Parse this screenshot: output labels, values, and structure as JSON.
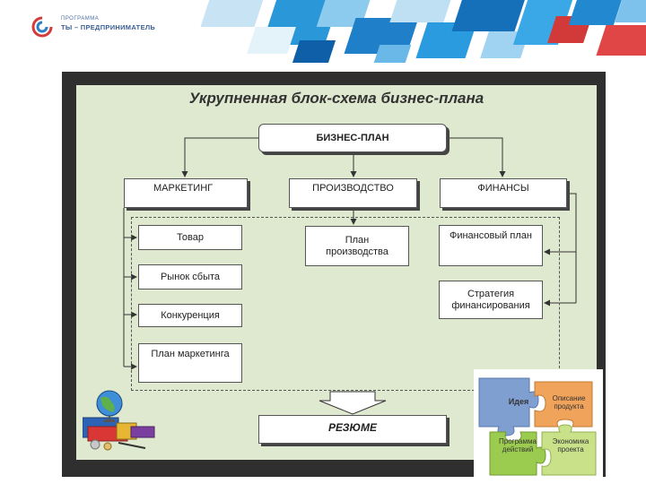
{
  "header": {
    "logo_small": "ПРОГРАММА",
    "logo_main": "ТЫ – ПРЕДПРИНИМАТЕЛЬ"
  },
  "diagram": {
    "title": "Укрупненная блок-схема бизнес-плана",
    "root": "БИЗНЕС-ПЛАН",
    "sections": [
      "МАРКЕТИНГ",
      "ПРОИЗВОДСТВО",
      "ФИНАНСЫ"
    ],
    "marketing_items": [
      "Товар",
      "Рынок сбыта",
      "Конкуренция",
      "План маркетинга"
    ],
    "production_items": [
      "План производства"
    ],
    "finance_items": [
      "Финансовый план",
      "Стратегия финансирования"
    ],
    "summary": "РЕЗЮМЕ"
  },
  "puzzle": {
    "pieces": [
      "Идея",
      "Описание продукта",
      "Программа действий",
      "Экономика проекта"
    ],
    "colors": [
      "#7f9fd0",
      "#f0a35a",
      "#9ccc4f",
      "#c9e28a"
    ]
  },
  "colors": {
    "panel": "#dfe9cf",
    "frame": "#2f2f2f",
    "banner_blue": "#1f8fd6"
  }
}
